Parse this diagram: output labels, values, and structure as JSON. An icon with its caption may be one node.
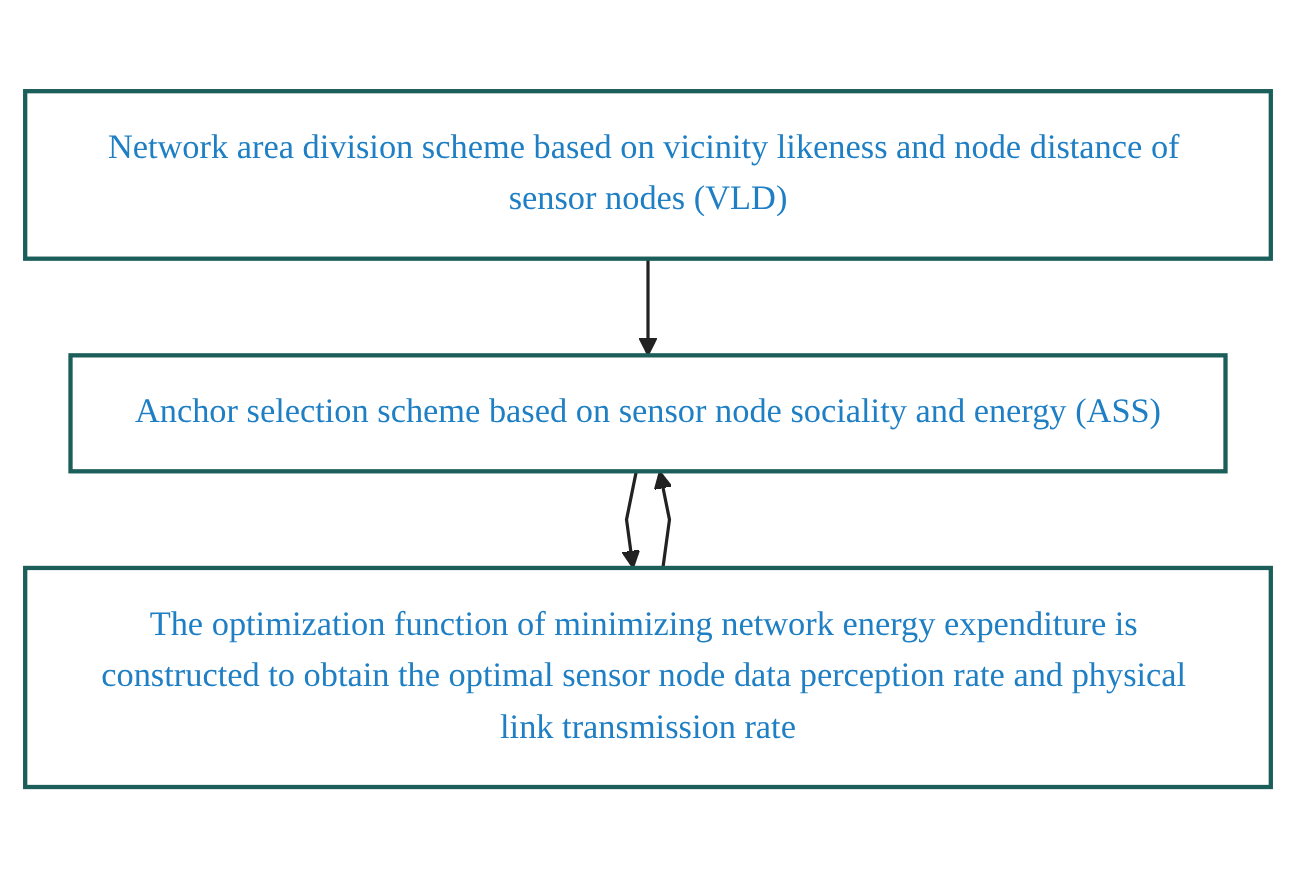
{
  "diagram": {
    "nodes": [
      {
        "text": [
          "Network area division scheme based on vicinity likeness and node distance of sensor nodes (VLD)"
        ]
      },
      {
        "text": [
          "Anchor selection scheme based on sensor node sociality and energy (ASS)"
        ]
      },
      {
        "text": [
          "The optimization function of minimizing network energy expenditure is constructed to obtain the optimal sensor node data perception rate and physical link transmission rate"
        ]
      }
    ],
    "edges": [
      {
        "from": 0,
        "to": 1,
        "arrow": "to"
      },
      {
        "from": 1,
        "to": 2,
        "arrow": "to"
      },
      {
        "from": 2,
        "to": 1,
        "arrow": "to"
      }
    ]
  }
}
